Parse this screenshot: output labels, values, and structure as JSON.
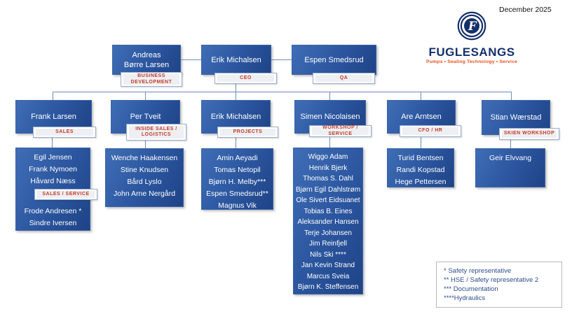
{
  "date_label": "December 2025",
  "logo": {
    "wordmark": "FUGLESANGS",
    "tagline": "Pumps • Sealing Technology • Service",
    "mark_letter": "F"
  },
  "executives": [
    {
      "name_line1": "Andreas",
      "name_line2": "Børre Larsen",
      "role": "BUSINESS DEVELOPMENT"
    },
    {
      "name": "Erik Michalsen",
      "role": "CEO"
    },
    {
      "name": "Espen Smedsrud",
      "role": "QA"
    }
  ],
  "managers": [
    {
      "name": "Frank Larsen",
      "role": "SALES"
    },
    {
      "name": "Per Tveit",
      "role": "INSIDE SALES / LOGISTICS"
    },
    {
      "name": "Erik Michalsen",
      "role": "PROJECTS"
    },
    {
      "name": "Simen Nicolaisen",
      "role": "WORKSHOP / SERVICE"
    },
    {
      "name": "Are Arntsen",
      "role": "CFO / HR"
    },
    {
      "name": "Stian Wærstad",
      "role": "SKIEN WORKSHOP"
    }
  ],
  "teams": {
    "sales": {
      "members_top": [
        "Egil Jensen",
        "Frank Nymoen",
        "Håvard Næss"
      ],
      "sub_label": "SALES / SERVICE",
      "members_bottom": [
        "Frode Andresen *",
        "Sindre Iversen"
      ]
    },
    "inside_sales": {
      "members": [
        "Wenche Haakensen",
        "Stine Knudsen",
        "Bård Lyslo",
        "John Arne Nergård"
      ]
    },
    "projects": {
      "members": [
        "Amin Aeyadi",
        "Tomas Netopil",
        "Bjørn H. Melby***",
        "Espen Smedsrud**",
        "Magnus Vik"
      ]
    },
    "workshop": {
      "members": [
        "Wiggo Adam",
        "Henrik Bjerk",
        "Thomas S. Dahl",
        "Bjørn Egil Dahlstrøm",
        "Ole Sivert Eidsuanet",
        "Tobias B. Eines",
        "Aleksander Hansen",
        "Terje Johansen",
        "Jim Reinfjell",
        "Nils Ski ****",
        "Jan Kevin Strand",
        "Marcus Sveia",
        "Bjørn K. Steffensen"
      ]
    },
    "cfo_hr": {
      "members": [
        "Turid Bentsen",
        "Randi Kopstad",
        "Hege Pettersen"
      ]
    },
    "skien": {
      "members": [
        "Geir Elvvang"
      ]
    }
  },
  "legend": {
    "lines": [
      "* Safety representative",
      "** HSE / Safety representative 2",
      "*** Documentation",
      "****Hydraulics"
    ]
  },
  "colors": {
    "box_blue": "#2E5AA0",
    "box_blue_dark": "#1F4386",
    "accent_red": "#C23B2A",
    "connector_blue": "#6B8CBE",
    "legend_text_blue": "#2F4C8E",
    "logo_navy": "#14306B",
    "logo_orange": "#E8511F"
  }
}
